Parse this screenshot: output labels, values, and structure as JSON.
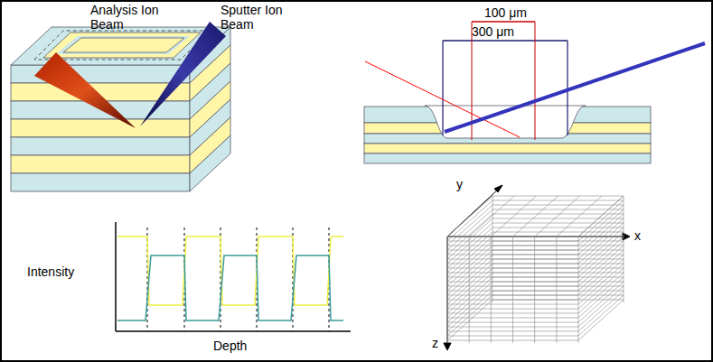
{
  "diagram": {
    "labels": [
      "Analysis Ion Beam",
      "Sputter Ion Beam",
      "100 μm",
      "300 μm",
      "Intensity",
      "Depth",
      "y",
      "x",
      "z"
    ]
  }
}
